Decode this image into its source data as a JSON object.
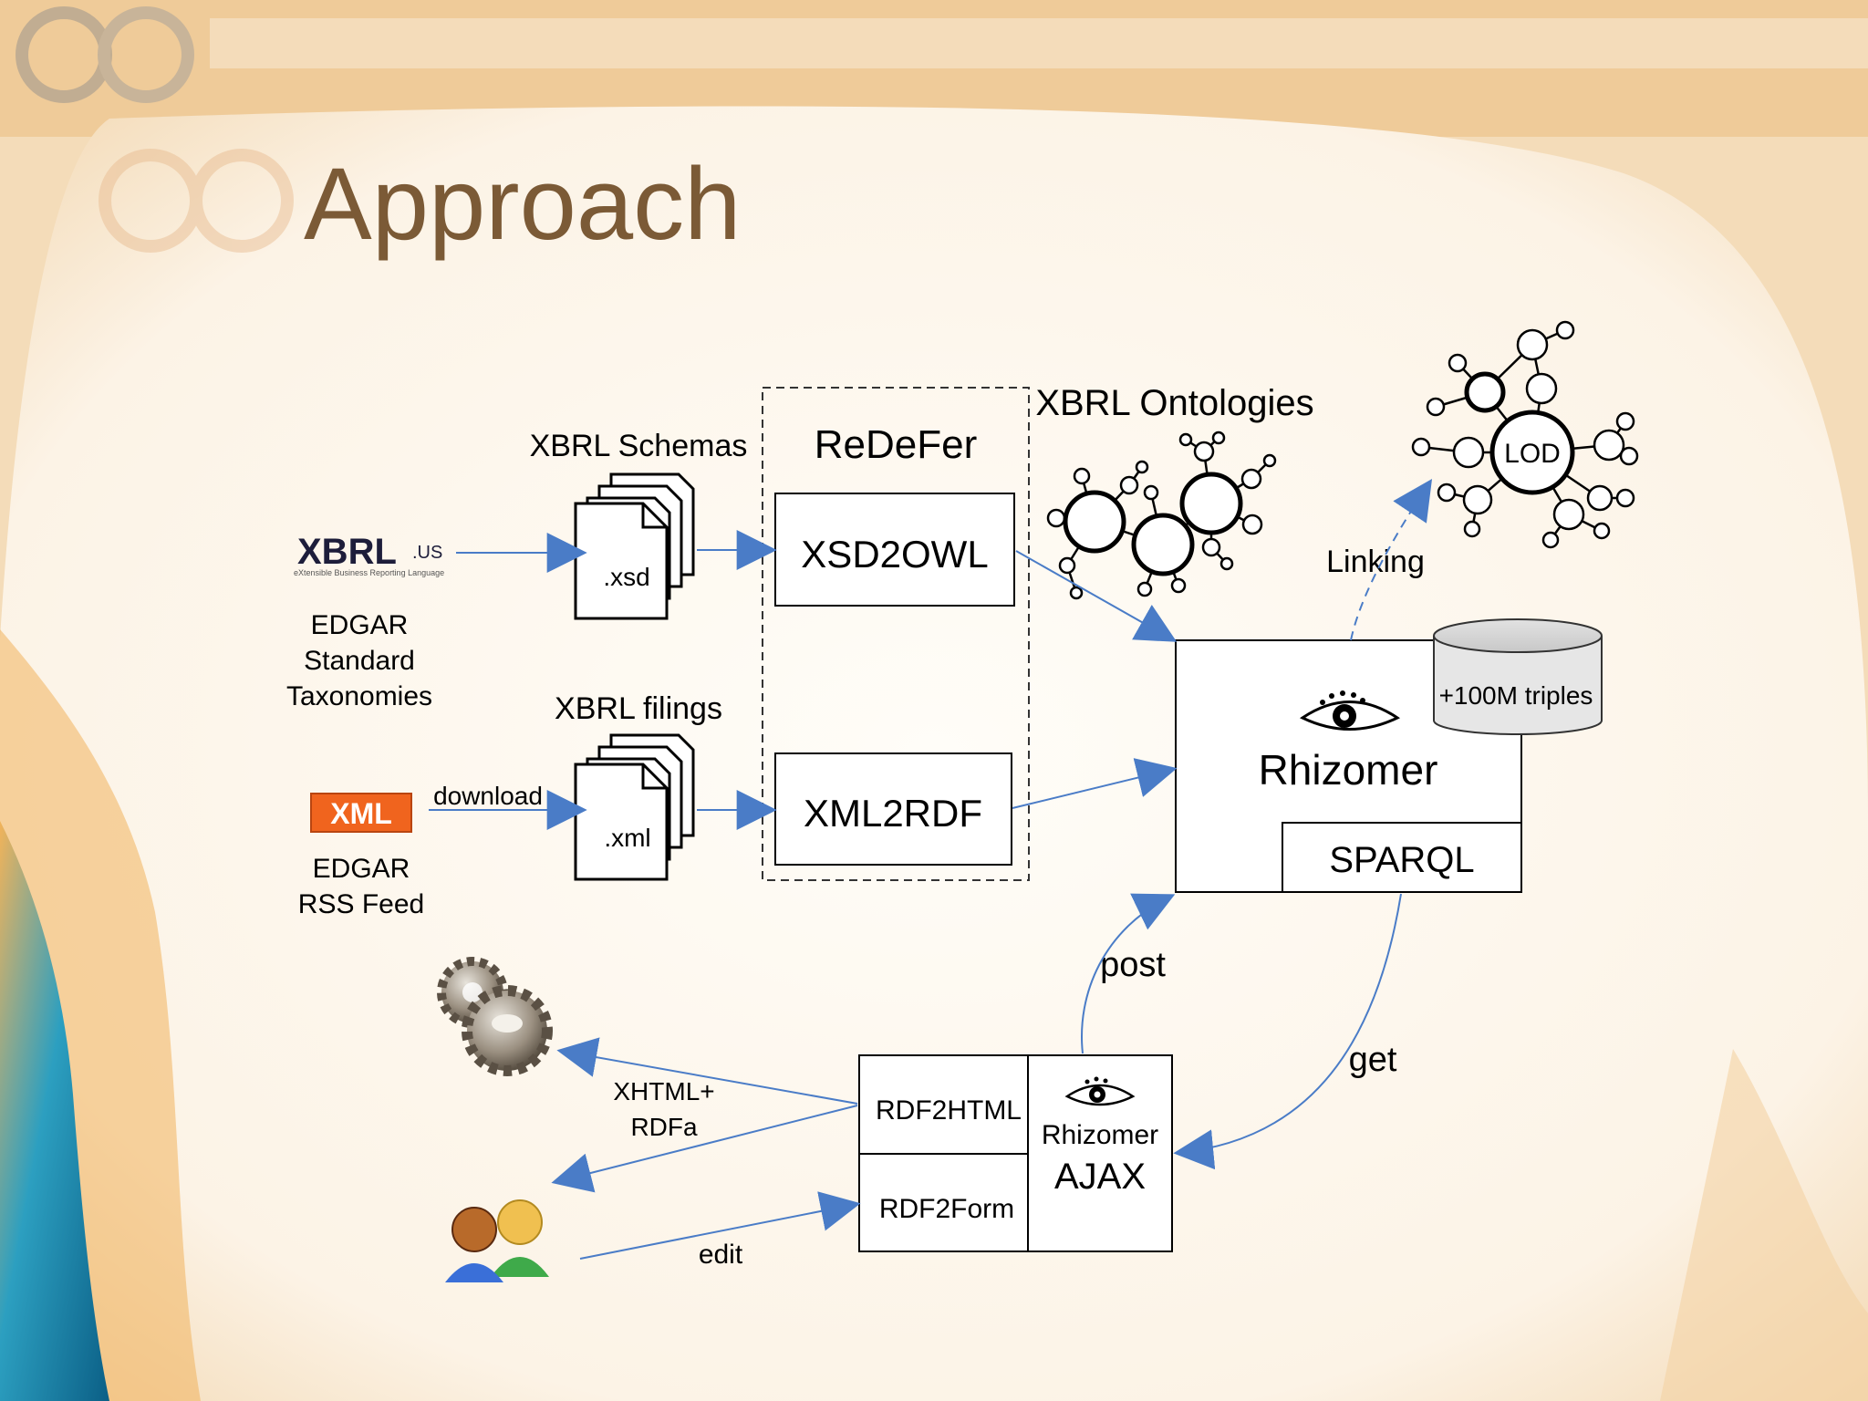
{
  "slide": {
    "title": "Approach"
  },
  "sources": {
    "xbrl_logo_main": "XBRL",
    "xbrl_logo_suffix": ".US",
    "xbrl_logo_tagline": "eXtensible Business Reporting Language",
    "edgar_taxonomies_lines": [
      "EDGAR",
      "Standard",
      "Taxonomies"
    ],
    "xml_badge": "XML",
    "edgar_rss_lines": [
      "EDGAR",
      "RSS Feed"
    ],
    "download_label": "download"
  },
  "documents": {
    "schemas_label": "XBRL Schemas",
    "schemas_ext": ".xsd",
    "filings_label": "XBRL filings",
    "filings_ext": ".xml"
  },
  "redefer": {
    "title": "ReDeFer",
    "xsd2owl": "XSD2OWL",
    "xml2rdf": "XML2RDF"
  },
  "ontologies": {
    "label": "XBRL Ontologies"
  },
  "lod": {
    "label": "LOD",
    "linking_label": "Linking"
  },
  "rhizomer": {
    "title": "Rhizomer",
    "sparql": "SPARQL",
    "triples": "+100M triples"
  },
  "ajax": {
    "rdf2html": "RDF2HTML",
    "rdf2form": "RDF2Form",
    "rhizomer": "Rhizomer",
    "ajax": "AJAX",
    "post_label": "post",
    "get_label": "get"
  },
  "clients": {
    "xhtml_lines": [
      "XHTML+",
      "RDFa"
    ],
    "edit_label": "edit"
  },
  "colors": {
    "title": "#7b5a36",
    "arrow": "#4a7cc7",
    "line": "#000000"
  }
}
